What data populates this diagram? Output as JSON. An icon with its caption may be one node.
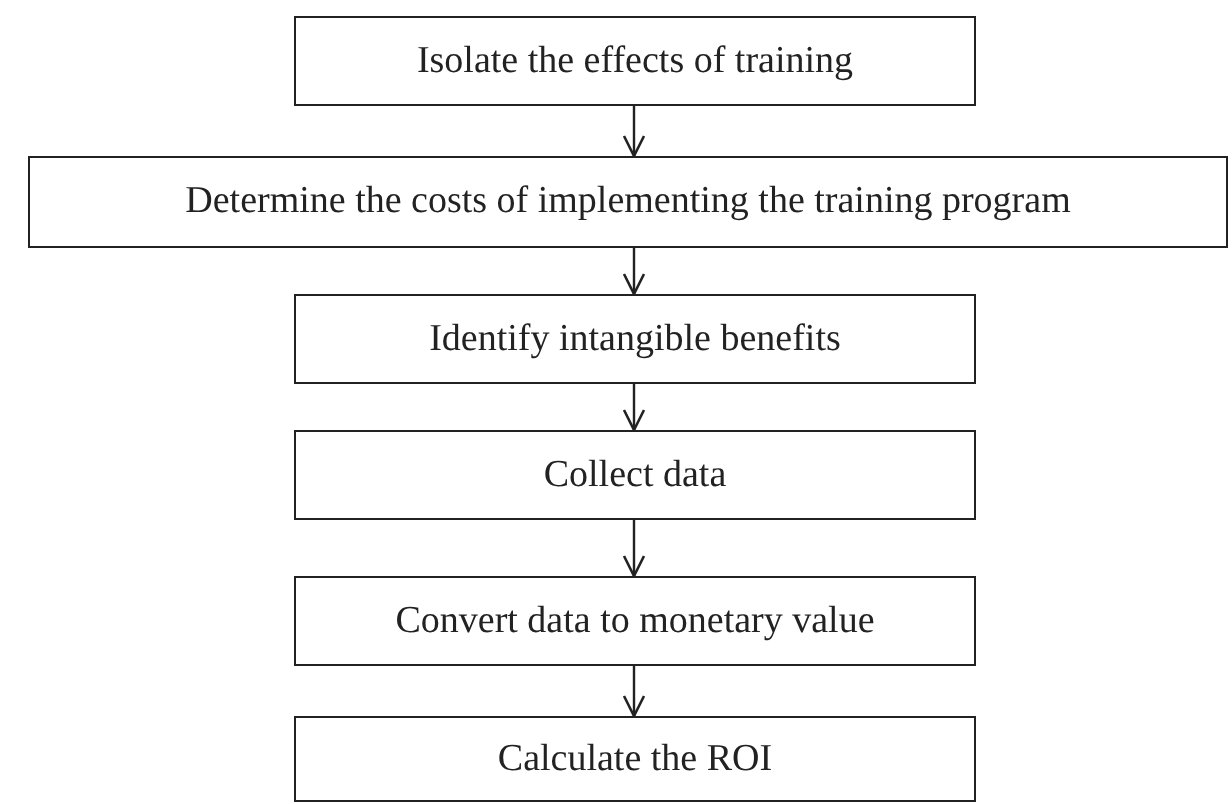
{
  "diagram": {
    "nodes": [
      {
        "text": [
          "Isolate the effects of training"
        ]
      },
      {
        "text": [
          "Determine the costs of implementing the training program"
        ]
      },
      {
        "text": [
          "Identify intangible benefits"
        ]
      },
      {
        "text": [
          "Collect data"
        ]
      },
      {
        "text": [
          "Convert data to monetary value"
        ]
      },
      {
        "text": [
          "Calculate the ROI"
        ]
      }
    ],
    "edges": [
      {
        "from": 0,
        "to": 1,
        "arrow": "to"
      },
      {
        "from": 1,
        "to": 2,
        "arrow": "to"
      },
      {
        "from": 2,
        "to": 3,
        "arrow": "to"
      },
      {
        "from": 3,
        "to": 4,
        "arrow": "to"
      },
      {
        "from": 4,
        "to": 5,
        "arrow": "to"
      }
    ]
  }
}
